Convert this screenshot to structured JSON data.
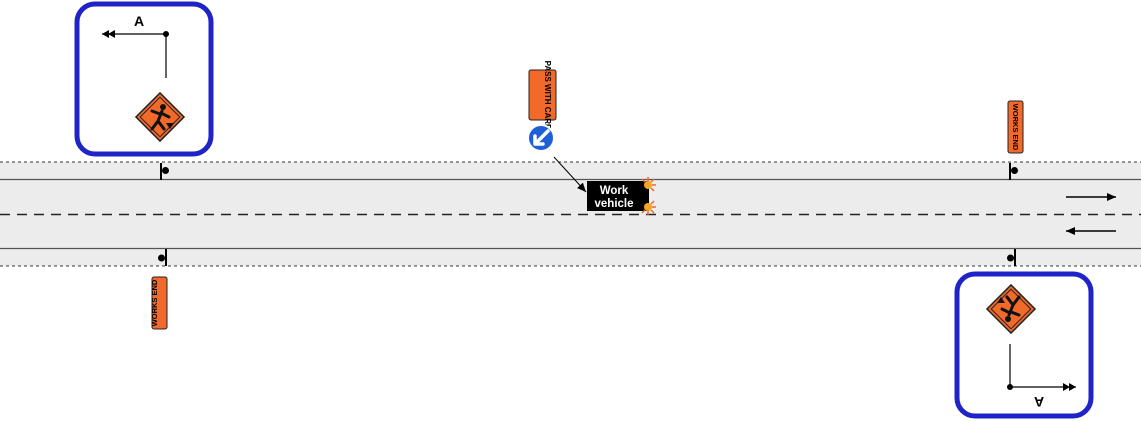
{
  "signs": {
    "pass_with_care": "PASS WITH CARE",
    "works_end_top": "WORKS END",
    "works_end_bottom": "WORKS END"
  },
  "work_vehicle": {
    "line1": "Work",
    "line2": "vehicle"
  },
  "detail_labels": {
    "top_left_marker": "A",
    "bottom_right_marker": "A"
  },
  "colors": {
    "road": "#ececec",
    "frame": "#1f23c8",
    "sign_orange": "#f26a2a",
    "keep_left_blue": "#1f5fd6",
    "vehicle": "#000000"
  },
  "icons": {
    "roadworks": "roadworker-diamond-icon",
    "keep_left": "keep-left-arrow-icon"
  }
}
